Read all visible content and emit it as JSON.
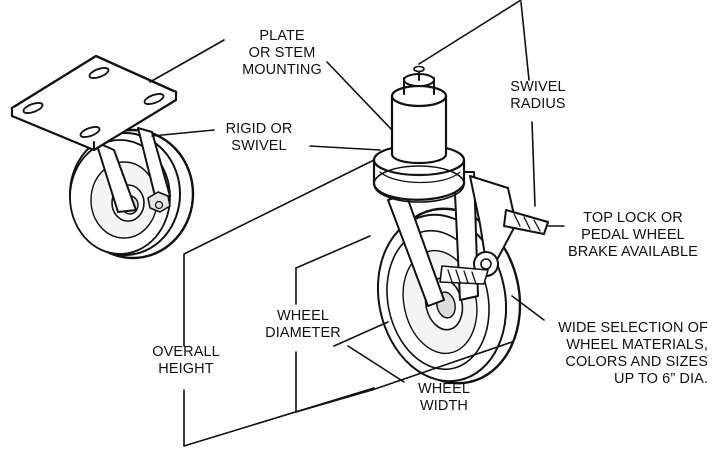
{
  "labels": {
    "plate_stem": [
      "PLATE",
      "OR STEM",
      "MOUNTING"
    ],
    "rigid_swivel": [
      "RIGID OR",
      "SWIVEL"
    ],
    "swivel_radius": [
      "SWIVEL",
      "RADIUS"
    ],
    "top_lock": [
      "TOP LOCK OR",
      "PEDAL WHEEL",
      "BRAKE AVAILABLE"
    ],
    "wide_selection": [
      "WIDE SELECTION OF",
      "WHEEL MATERIALS,",
      "COLORS AND SIZES",
      "UP TO 6” DIA."
    ],
    "wheel_diameter": [
      "WHEEL",
      "DIAMETER"
    ],
    "overall_height": [
      "OVERALL",
      "HEIGHT"
    ],
    "wheel_width": [
      "WHEEL",
      "WIDTH"
    ]
  },
  "colors": {
    "ink": "#111111",
    "fill": "#ffffff",
    "shade": "#cfcfcf"
  }
}
